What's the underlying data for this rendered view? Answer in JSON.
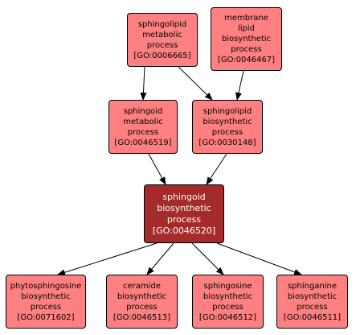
{
  "colors": {
    "node_fill": "#ff8080",
    "focus_fill": "#a52a2a",
    "focus_text": "#ffffff",
    "edge": "#000000"
  },
  "nodes": {
    "n6665": {
      "lines": [
        "sphingolipid",
        "metabolic",
        "process"
      ],
      "id": "[GO:0006665]"
    },
    "n46467": {
      "lines": [
        "membrane",
        "lipid",
        "biosynthetic",
        "process"
      ],
      "id": "[GO:0046467]"
    },
    "n46519": {
      "lines": [
        "sphingoid",
        "metabolic",
        "process"
      ],
      "id": "[GO:0046519]"
    },
    "n30148": {
      "lines": [
        "sphingolipid",
        "biosynthetic",
        "process"
      ],
      "id": "[GO:0030148]"
    },
    "n46520": {
      "lines": [
        "sphingoid",
        "biosynthetic",
        "process"
      ],
      "id": "[GO:0046520]"
    },
    "n71602": {
      "lines": [
        "phytosphingosine",
        "biosynthetic",
        "process"
      ],
      "id": "[GO:0071602]"
    },
    "n46513": {
      "lines": [
        "ceramide",
        "biosynthetic",
        "process"
      ],
      "id": "[GO:0046513]"
    },
    "n46512": {
      "lines": [
        "sphingosine",
        "biosynthetic",
        "process"
      ],
      "id": "[GO:0046512]"
    },
    "n46511": {
      "lines": [
        "sphinganine",
        "biosynthetic",
        "process"
      ],
      "id": "[GO:0046511]"
    }
  }
}
